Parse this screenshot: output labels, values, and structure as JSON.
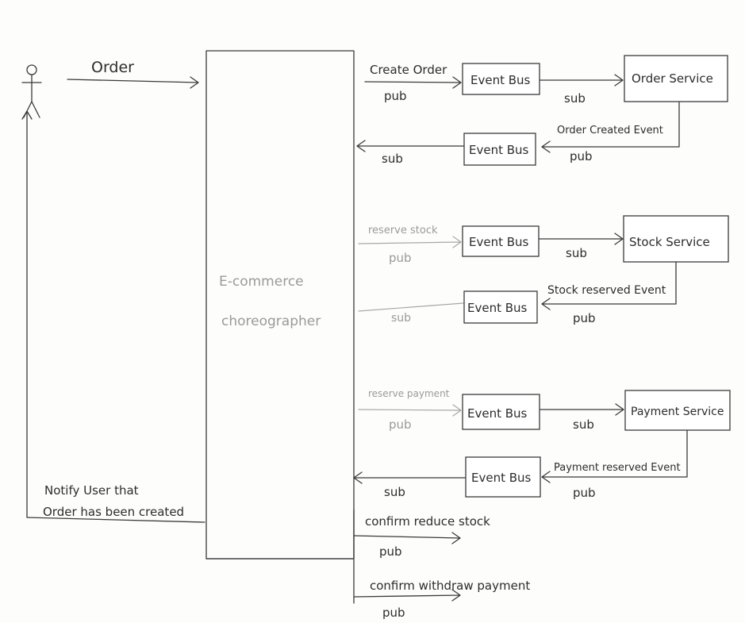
{
  "actor": {
    "label": "Order"
  },
  "choreographer": {
    "line1": "E-commerce",
    "line2": "choreographer"
  },
  "notify": {
    "line1": "Notify User that",
    "line2": "Order has been created"
  },
  "boxes": {
    "event_bus_1": "Event Bus",
    "order_service": "Order Service",
    "event_bus_2": "Event Bus",
    "event_bus_3": "Event Bus",
    "stock_service": "Stock Service",
    "event_bus_4": "Event Bus",
    "event_bus_5": "Event Bus",
    "payment_service": "Payment Service",
    "event_bus_6": "Event Bus"
  },
  "labels": {
    "create_order": "Create Order",
    "pub_1": "pub",
    "sub_1": "sub",
    "order_created_event": "Order Created Event",
    "pub_2": "pub",
    "sub_2": "sub",
    "reserve_stock": "reserve stock",
    "pub_3": "pub",
    "sub_3": "sub",
    "stock_reserved_event": "Stock reserved Event",
    "pub_4": "pub",
    "sub_4": "sub",
    "reserve_payment": "reserve payment",
    "pub_5": "pub",
    "sub_5": "sub",
    "payment_reserved_event": "Payment reserved Event",
    "pub_6": "pub",
    "sub_6": "sub",
    "confirm_reduce_stock": "confirm reduce stock",
    "pub_7": "pub",
    "confirm_withdraw_payment": "confirm withdraw payment",
    "pub_8": "pub"
  }
}
